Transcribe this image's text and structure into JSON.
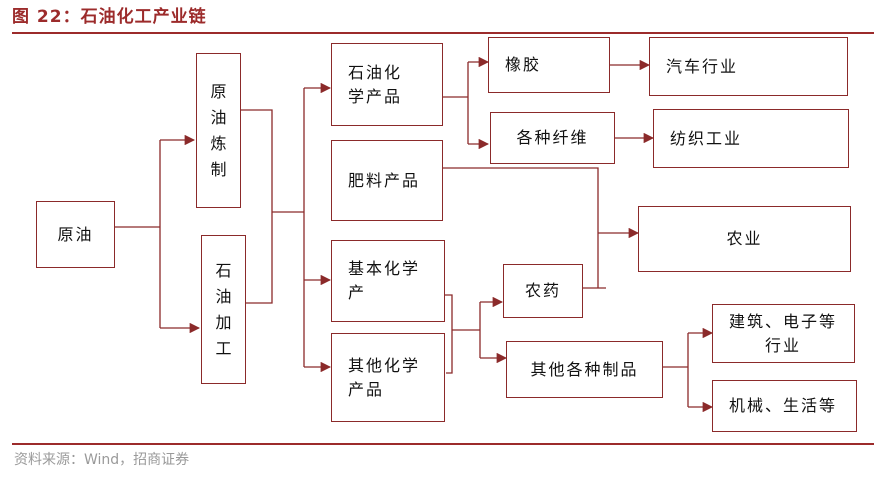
{
  "figure": {
    "title": "图 22：石油化工产业链",
    "source": "资料来源：Wind，招商证券"
  },
  "nodes": {
    "crude_oil": "原油",
    "crude_refining": "原油炼制",
    "petroleum_processing": "石油加工",
    "petrochemical_products": "石油化学产品",
    "fertilizer_products": "肥料产品",
    "basic_chemical_products": "基本化学产",
    "other_chemical_products": "其他化学产品",
    "rubber": "橡胶",
    "fibers": "各种纤维",
    "pesticide": "农药",
    "other_products": "其他各种制品",
    "auto_industry": "汽车行业",
    "textile_industry": "纺织工业",
    "agriculture": "农业",
    "construction_electronics": "建筑、电子等行业",
    "machinery_living": "机械、生活等"
  },
  "colors": {
    "accent": "#9c2b2b",
    "box_border": "#8b2a2a",
    "line": "#8b2a2a",
    "source_text": "#9a9a9a"
  }
}
